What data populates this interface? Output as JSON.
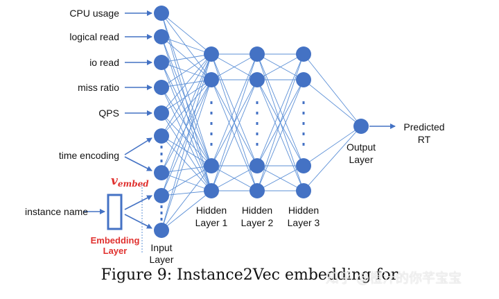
{
  "inputs": {
    "cpu_usage": "CPU usage",
    "logical_read": "logical read",
    "io_read": "io read",
    "miss_ratio": "miss ratio",
    "qps": "QPS",
    "time_encoding": "time encoding",
    "instance_name": "instance name"
  },
  "embedding": {
    "vector_symbol": "v",
    "vector_subscript": "embed",
    "layer_label_line1": "Embedding",
    "layer_label_line2": "Layer"
  },
  "layers": {
    "input_line1": "Input",
    "input_line2": "Layer",
    "hidden1_line1": "Hidden",
    "hidden1_line2": "Layer 1",
    "hidden2_line1": "Hidden",
    "hidden2_line2": "Layer 2",
    "hidden3_line1": "Hidden",
    "hidden3_line2": "Layer 3",
    "output_line1": "Output",
    "output_line2": "Layer"
  },
  "prediction": {
    "line1": "Predicted",
    "line2": "RT"
  },
  "caption": "Figure 9: Instance2Vec embedding for",
  "watermark": "知乎 @橙汁的你芊宝宝",
  "colors": {
    "node": "#4472c4",
    "edge": "#5b8fd6",
    "embedding_text": "#e0312f"
  }
}
